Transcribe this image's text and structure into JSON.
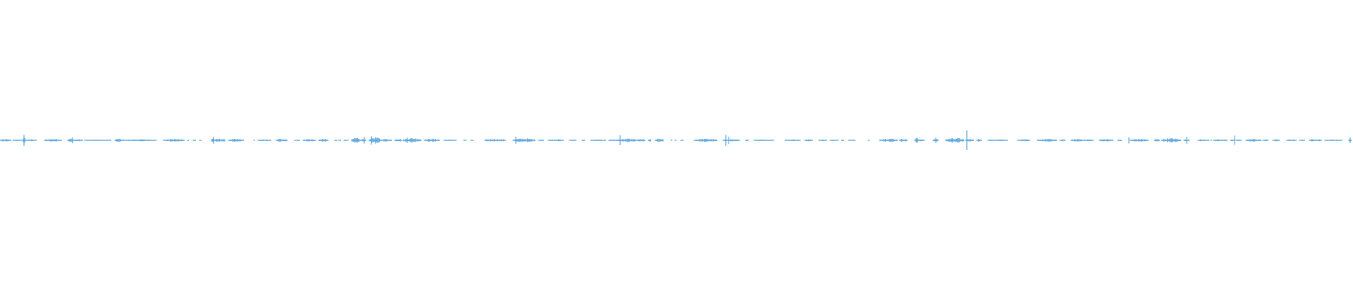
{
  "waveform": {
    "color": "#5aa6dc",
    "background": "#ffffff",
    "segments": [
      [
        0,
        16,
        0.25
      ],
      [
        18,
        32,
        0.15
      ],
      [
        33,
        36,
        0.9
      ],
      [
        36,
        52,
        0.2
      ],
      [
        63,
        88,
        0.3
      ],
      [
        96,
        104,
        0.45
      ],
      [
        104,
        118,
        0.22
      ],
      [
        120,
        158,
        0.12
      ],
      [
        163,
        176,
        0.35
      ],
      [
        176,
        222,
        0.22
      ],
      [
        232,
        262,
        0.3
      ],
      [
        266,
        268,
        0.15
      ],
      [
        274,
        278,
        0.12
      ],
      [
        283,
        286,
        0.1
      ],
      [
        300,
        304,
        0.6
      ],
      [
        304,
        320,
        0.35
      ],
      [
        324,
        346,
        0.3
      ],
      [
        360,
        362,
        0.1
      ],
      [
        366,
        385,
        0.18
      ],
      [
        392,
        408,
        0.35
      ],
      [
        418,
        426,
        0.1
      ],
      [
        430,
        448,
        0.28
      ],
      [
        452,
        466,
        0.3
      ],
      [
        475,
        478,
        0.15
      ],
      [
        480,
        484,
        0.1
      ],
      [
        488,
        494,
        0.12
      ],
      [
        499,
        512,
        0.5
      ],
      [
        512,
        520,
        0.3
      ],
      [
        524,
        540,
        0.7
      ],
      [
        540,
        556,
        0.3
      ],
      [
        560,
        570,
        0.4
      ],
      [
        572,
        598,
        0.5
      ],
      [
        602,
        624,
        0.35
      ],
      [
        630,
        648,
        0.12
      ],
      [
        658,
        662,
        0.08
      ],
      [
        668,
        672,
        0.08
      ],
      [
        688,
        718,
        0.3
      ],
      [
        728,
        760,
        0.4
      ],
      [
        764,
        772,
        0.2
      ],
      [
        778,
        800,
        0.22
      ],
      [
        808,
        818,
        0.12
      ],
      [
        826,
        830,
        0.1
      ],
      [
        838,
        860,
        0.15
      ],
      [
        866,
        868,
        0.08
      ],
      [
        878,
        880,
        0.08
      ],
      [
        885,
        880,
        0.08
      ],
      [
        880,
        864,
        0.1
      ],
      [
        864,
        866,
        0.0
      ],
      [
        876,
        880,
        0.08
      ],
      [
        868,
        872,
        0.08
      ],
      [
        874,
        878,
        0.08
      ],
      [
        880,
        904,
        0.35
      ],
      [
        904,
        916,
        0.28
      ],
      [
        920,
        924,
        0.3
      ],
      [
        930,
        942,
        0.4
      ],
      [
        952,
        954,
        0.1
      ],
      [
        958,
        960,
        0.1
      ],
      [
        966,
        970,
        0.08
      ],
      [
        985,
        1018,
        0.35
      ],
      [
        1026,
        1050,
        0.25
      ],
      [
        1058,
        1062,
        0.3
      ],
      [
        1070,
        1098,
        0.15
      ],
      [
        1114,
        1136,
        0.2
      ],
      [
        1142,
        1154,
        0.22
      ],
      [
        1162,
        1174,
        0.18
      ],
      [
        1178,
        1190,
        0.12
      ],
      [
        1194,
        1198,
        0.15
      ],
      [
        1204,
        1214,
        0.1
      ],
      [
        1232,
        1234,
        0.1
      ],
      [
        1248,
        1274,
        0.4
      ],
      [
        1276,
        1288,
        0.35
      ],
      [
        1298,
        1304,
        0.6
      ],
      [
        1304,
        1312,
        0.3
      ],
      [
        1324,
        1332,
        0.28
      ],
      [
        1342,
        1368,
        0.55
      ],
      [
        1370,
        1382,
        0.3
      ],
      [
        1386,
        1394,
        0.3
      ],
      [
        1402,
        1430,
        0.2
      ],
      [
        1444,
        1462,
        0.2
      ],
      [
        1472,
        1500,
        0.3
      ],
      [
        1504,
        1512,
        0.22
      ],
      [
        1520,
        1540,
        0.3
      ],
      [
        1540,
        1552,
        0.2
      ],
      [
        1560,
        1580,
        0.3
      ],
      [
        1586,
        1592,
        0.22
      ],
      [
        1604,
        1630,
        0.32
      ],
      [
        1638,
        1646,
        0.28
      ],
      [
        1648,
        1676,
        0.45
      ],
      [
        1680,
        1688,
        0.3
      ],
      [
        1700,
        1716,
        0.22
      ],
      [
        1718,
        1720,
        0.12
      ],
      [
        1722,
        1742,
        0.22
      ],
      [
        1746,
        1752,
        0.2
      ],
      [
        1754,
        1762,
        0.15
      ],
      [
        1768,
        1790,
        0.3
      ],
      [
        1792,
        1800,
        0.2
      ],
      [
        1806,
        1816,
        0.22
      ],
      [
        1826,
        1840,
        0.2
      ],
      [
        1844,
        1852,
        0.12
      ],
      [
        1858,
        1876,
        0.28
      ],
      [
        1880,
        1905,
        0.15
      ],
      [
        1914,
        1918,
        0.35
      ]
    ],
    "spikes": [
      [
        34,
        0.9
      ],
      [
        103,
        0.5
      ],
      [
        303,
        0.6
      ],
      [
        517,
        0.55
      ],
      [
        527,
        0.7
      ],
      [
        578,
        0.45
      ],
      [
        732,
        0.55
      ],
      [
        880,
        0.8
      ],
      [
        1030,
        0.9
      ],
      [
        1034,
        0.6
      ],
      [
        1328,
        0.4
      ],
      [
        1372,
        1.6
      ],
      [
        1602,
        0.5
      ],
      [
        1684,
        0.55
      ],
      [
        1752,
        0.75
      ],
      [
        1916,
        0.45
      ]
    ]
  }
}
